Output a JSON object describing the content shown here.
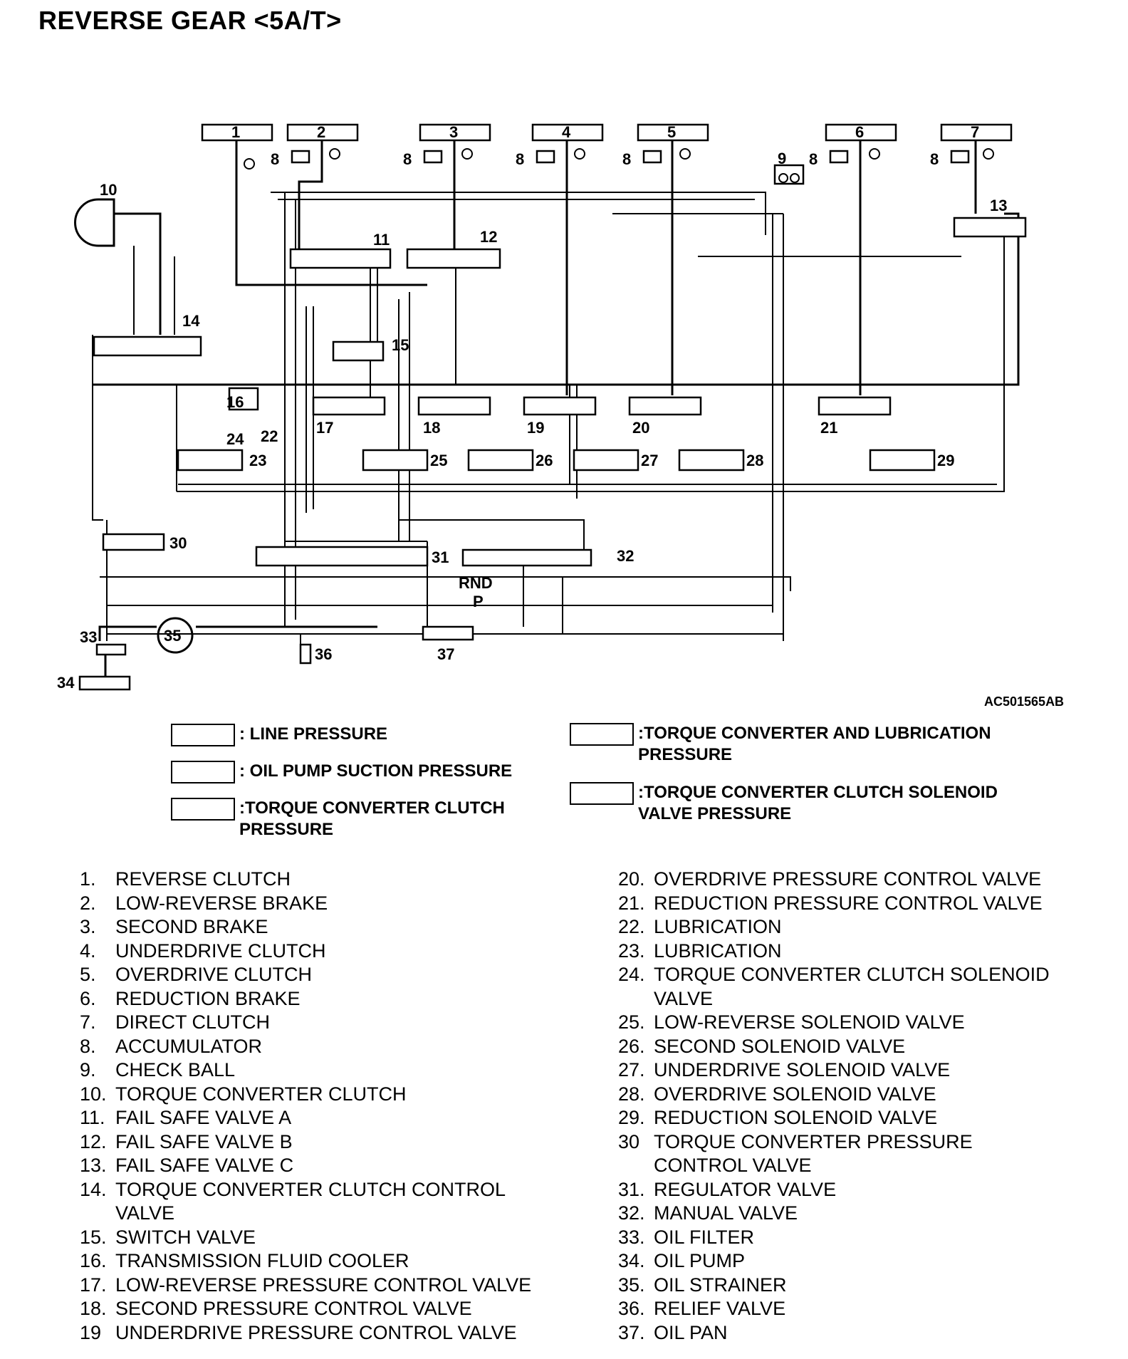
{
  "title": "REVERSE GEAR <5A/T>",
  "figure_code": "AC501565AB",
  "diagram_labels": {
    "n1": "1",
    "n2": "2",
    "n3": "3",
    "n4": "4",
    "n5": "5",
    "n6": "6",
    "n7": "7",
    "n8": "8",
    "n9": "9",
    "n10": "10",
    "n11": "11",
    "n12": "12",
    "n13": "13",
    "n14": "14",
    "n15": "15",
    "n16": "16",
    "n17": "17",
    "n18": "18",
    "n19": "19",
    "n20": "20",
    "n21": "21",
    "n22": "22",
    "n23": "23",
    "n24": "24",
    "n25": "25",
    "n26": "26",
    "n27": "27",
    "n28": "28",
    "n29": "29",
    "n30": "30",
    "n31": "31",
    "n32": "32",
    "n33": "33",
    "n34": "34",
    "n35": "35",
    "n36": "36",
    "n37": "37",
    "rnd": "RND",
    "p": "P"
  },
  "legend": [
    {
      "text": ": LINE PRESSURE"
    },
    {
      "text": ": OIL PUMP SUCTION PRESSURE"
    },
    {
      "text": ":TORQUE CONVERTER CLUTCH\n PRESSURE"
    },
    {
      "text": ":TORQUE CONVERTER AND LUBRICATION\n PRESSURE"
    },
    {
      "text": ":TORQUE CONVERTER CLUTCH SOLENOID\n VALVE PRESSURE"
    }
  ],
  "parts_left": [
    {
      "num": "1.",
      "name": "REVERSE CLUTCH"
    },
    {
      "num": "2.",
      "name": "LOW-REVERSE BRAKE"
    },
    {
      "num": "3.",
      "name": "SECOND BRAKE"
    },
    {
      "num": "4.",
      "name": "UNDERDRIVE CLUTCH"
    },
    {
      "num": "5.",
      "name": "OVERDRIVE CLUTCH"
    },
    {
      "num": "6.",
      "name": "REDUCTION BRAKE"
    },
    {
      "num": "7.",
      "name": "DIRECT CLUTCH"
    },
    {
      "num": "8.",
      "name": "ACCUMULATOR"
    },
    {
      "num": "9.",
      "name": "CHECK BALL"
    },
    {
      "num": "10.",
      "name": "TORQUE CONVERTER CLUTCH"
    },
    {
      "num": "11.",
      "name": "FAIL SAFE VALVE A"
    },
    {
      "num": "12.",
      "name": "FAIL SAFE VALVE B"
    },
    {
      "num": "13.",
      "name": "FAIL SAFE VALVE C"
    },
    {
      "num": "14.",
      "name": "TORQUE CONVERTER CLUTCH CONTROL\nVALVE"
    },
    {
      "num": "15.",
      "name": "SWITCH VALVE"
    },
    {
      "num": "16.",
      "name": "TRANSMISSION FLUID COOLER"
    },
    {
      "num": "17.",
      "name": "LOW-REVERSE PRESSURE CONTROL VALVE"
    },
    {
      "num": "18.",
      "name": "SECOND PRESSURE CONTROL VALVE"
    },
    {
      "num": "19",
      "name": "UNDERDRIVE PRESSURE CONTROL VALVE"
    }
  ],
  "parts_right": [
    {
      "num": "20.",
      "name": "OVERDRIVE PRESSURE CONTROL VALVE"
    },
    {
      "num": "21.",
      "name": "REDUCTION PRESSURE CONTROL VALVE"
    },
    {
      "num": "22.",
      "name": "LUBRICATION"
    },
    {
      "num": "23.",
      "name": "LUBRICATION"
    },
    {
      "num": "24.",
      "name": "TORQUE CONVERTER CLUTCH SOLENOID\nVALVE"
    },
    {
      "num": "25.",
      "name": "LOW-REVERSE SOLENOID VALVE"
    },
    {
      "num": "26.",
      "name": "SECOND SOLENOID VALVE"
    },
    {
      "num": "27.",
      "name": "UNDERDRIVE SOLENOID VALVE"
    },
    {
      "num": "28.",
      "name": "OVERDRIVE SOLENOID VALVE"
    },
    {
      "num": "29.",
      "name": "REDUCTION SOLENOID VALVE"
    },
    {
      "num": "30",
      "name": "TORQUE CONVERTER PRESSURE\nCONTROL VALVE"
    },
    {
      "num": "31.",
      "name": "REGULATOR VALVE"
    },
    {
      "num": "32.",
      "name": "MANUAL VALVE"
    },
    {
      "num": "33.",
      "name": "OIL FILTER"
    },
    {
      "num": "34.",
      "name": "OIL PUMP"
    },
    {
      "num": "35.",
      "name": "OIL STRAINER"
    },
    {
      "num": "36.",
      "name": "RELIEF VALVE"
    },
    {
      "num": "37.",
      "name": "OIL PAN"
    }
  ]
}
